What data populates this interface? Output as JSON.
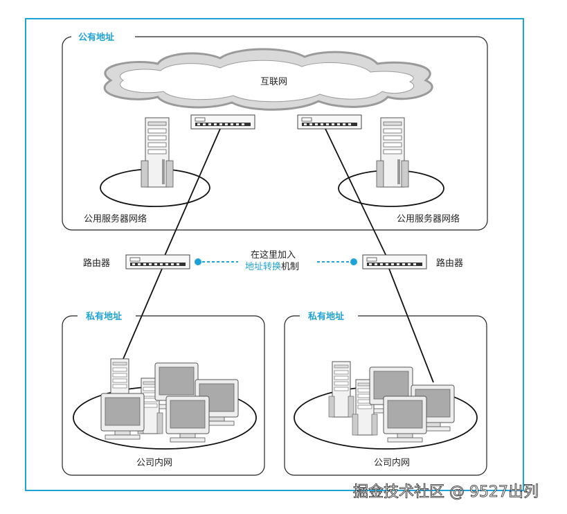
{
  "colors": {
    "accent": "#1ea3d8",
    "frame": "#1ea3d8",
    "line": "#111111"
  },
  "public_area": {
    "label": "公有地址"
  },
  "internet": {
    "label": "互联网"
  },
  "server_networks": {
    "left_label": "公用服务器网络",
    "right_label": "公用服务器网络"
  },
  "routers": {
    "left_label": "路由器",
    "right_label": "路由器"
  },
  "nat_note": {
    "line1": "在这里加入",
    "highlight": "地址转换",
    "suffix": "机制"
  },
  "private_areas": [
    {
      "label": "私有地址",
      "network_label": "公司内网"
    },
    {
      "label": "私有地址",
      "network_label": "公司内网"
    }
  ],
  "watermark": "掘金技术社区 @ 9527出列"
}
